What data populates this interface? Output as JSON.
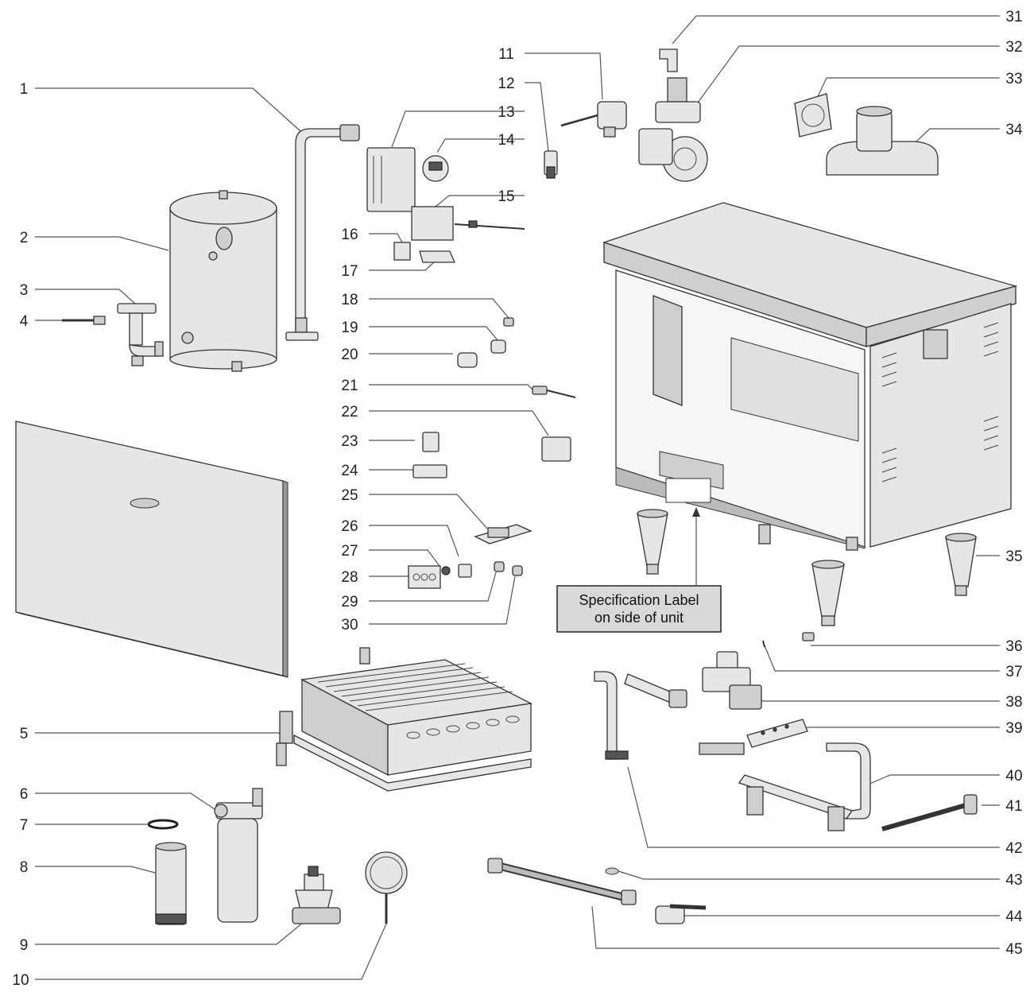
{
  "diagram": {
    "callouts": [
      {
        "id": "c1",
        "text": "1"
      },
      {
        "id": "c2",
        "text": "2"
      },
      {
        "id": "c3",
        "text": "3"
      },
      {
        "id": "c4",
        "text": "4"
      },
      {
        "id": "c5",
        "text": "5"
      },
      {
        "id": "c6",
        "text": "6"
      },
      {
        "id": "c7",
        "text": "7"
      },
      {
        "id": "c8",
        "text": "8"
      },
      {
        "id": "c9",
        "text": "9"
      },
      {
        "id": "c10",
        "text": "10"
      },
      {
        "id": "c11",
        "text": "11"
      },
      {
        "id": "c12",
        "text": "12"
      },
      {
        "id": "c13",
        "text": "13"
      },
      {
        "id": "c14",
        "text": "14"
      },
      {
        "id": "c15",
        "text": "15"
      },
      {
        "id": "c16",
        "text": "16"
      },
      {
        "id": "c17",
        "text": "17"
      },
      {
        "id": "c18",
        "text": "18"
      },
      {
        "id": "c19",
        "text": "19"
      },
      {
        "id": "c20",
        "text": "20"
      },
      {
        "id": "c21",
        "text": "21"
      },
      {
        "id": "c22",
        "text": "22"
      },
      {
        "id": "c23",
        "text": "23"
      },
      {
        "id": "c24",
        "text": "24"
      },
      {
        "id": "c25",
        "text": "25"
      },
      {
        "id": "c26",
        "text": "26"
      },
      {
        "id": "c27",
        "text": "27"
      },
      {
        "id": "c28",
        "text": "28"
      },
      {
        "id": "c29",
        "text": "29"
      },
      {
        "id": "c30",
        "text": "30"
      },
      {
        "id": "c31",
        "text": "31"
      },
      {
        "id": "c32",
        "text": "32"
      },
      {
        "id": "c33",
        "text": "33"
      },
      {
        "id": "c34",
        "text": "34"
      },
      {
        "id": "c35",
        "text": "35"
      },
      {
        "id": "c36",
        "text": "36"
      },
      {
        "id": "c37",
        "text": "37"
      },
      {
        "id": "c38",
        "text": "38"
      },
      {
        "id": "c39",
        "text": "39"
      },
      {
        "id": "c40",
        "text": "40"
      },
      {
        "id": "c41",
        "text": "41"
      },
      {
        "id": "c42",
        "text": "42"
      },
      {
        "id": "c43",
        "text": "43"
      },
      {
        "id": "c44",
        "text": "44"
      },
      {
        "id": "c45",
        "text": "45"
      }
    ],
    "spec_label": {
      "line1": "Specification Label",
      "line2": "on side of unit"
    }
  }
}
